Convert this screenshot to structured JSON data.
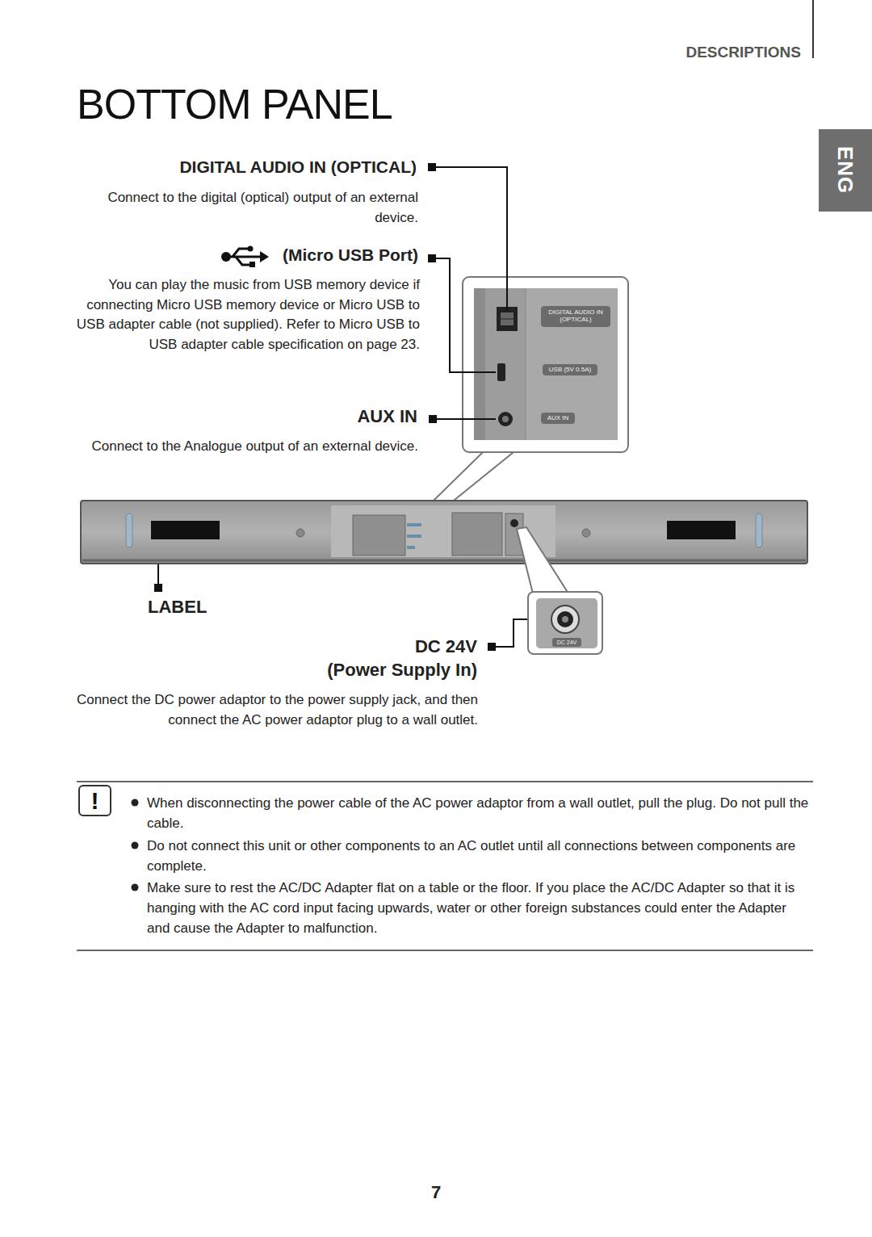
{
  "diagram": {
    "title": "BOTTOM PANEL",
    "nodes": [
      {
        "text": [
          "ENG"
        ]
      },
      {
        "text": [
          "DIGITAL AUDIO IN (OPTICAL)"
        ]
      },
      {
        "text": [
          "USB (5V 0.5A)"
        ]
      },
      {
        "text": [
          "AUX IN"
        ]
      },
      {
        "text": [
          "DC 24V"
        ]
      },
      {
        "text": [
          "!"
        ]
      }
    ],
    "labels": [
      "DESCRIPTIONS",
      "DIGITAL AUDIO IN (OPTICAL)",
      "Connect to the digital (optical) output of an external device.",
      "(Micro USB Port)",
      "You can play the music from USB memory device if connecting Micro USB memory device or Micro USB to USB adapter cable (not supplied). Refer to Micro USB to USB adapter cable specification on page 23.",
      "AUX IN",
      "Connect to the Analogue output of an external device.",
      "LABEL",
      "DC 24V",
      "(Power Supply In)",
      "Connect the DC power adaptor to the power supply jack, and then connect the AC power adaptor plug to a wall outlet.",
      "When disconnecting the power cable of the AC power adaptor from a wall outlet, pull the plug. Do not pull the cable.",
      "Do not connect this unit or other components to an AC outlet until all connections between components are complete.",
      "Make sure to rest the AC/DC Adapter flat on a table or the floor. If you place the AC/DC Adapter so that it is hanging with the AC cord input facing upwards, water or other foreign substances could enter the Adapter and cause the Adapter to malfunction.",
      "7"
    ]
  }
}
